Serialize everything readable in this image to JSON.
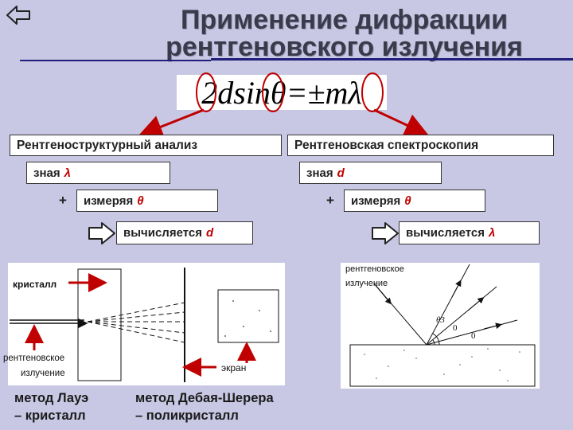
{
  "title": {
    "line1": "Применение дифракции",
    "line2": "рентгеновского излучения"
  },
  "formula": {
    "lhs": "2dsinθ",
    "rhs": "=±mλ"
  },
  "left": {
    "header": "Рентгеноструктурный анализ",
    "known_label": "зная",
    "known_var": "λ",
    "measure_label": "измеряя",
    "measure_var": "θ",
    "result_label": "вычисляется",
    "result_var": "d",
    "plus": "+"
  },
  "right": {
    "header": "Рентгеновская спектроскопия",
    "known_label": "зная",
    "known_var": "d",
    "measure_label": "измеряя",
    "measure_var": "θ",
    "result_label": "вычисляется",
    "result_var": "λ",
    "plus": "+"
  },
  "left_diagram": {
    "crystal_label": "кристалл",
    "xray_label_1": "рентгеновское",
    "xray_label_2": "излучение",
    "screen_label": "экран"
  },
  "right_diagram": {
    "xray_label_1": "рентгеновское",
    "xray_label_2": "излучение",
    "angle_label": "θ3",
    "angle_zero_1": "0",
    "angle_zero_2": "0"
  },
  "captions": {
    "laue_1": "метод Лауэ",
    "laue_2": "– кристалл",
    "debye_1": "метод Дебая-Шерера",
    "debye_2": "– поликристалл"
  },
  "colors": {
    "accent_red": "#c00000",
    "rule_blue": "#1f1f7a",
    "background": "#c9c8e4"
  }
}
